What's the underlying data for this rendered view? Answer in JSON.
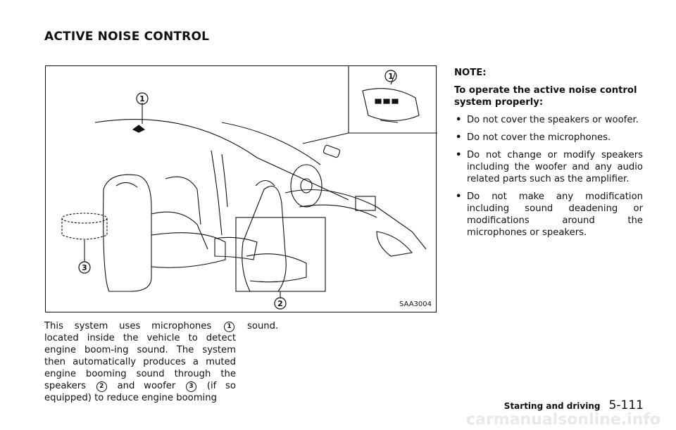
{
  "header": {
    "title": "ACTIVE NOISE CONTROL"
  },
  "figure": {
    "code": "SAA3004",
    "callouts": {
      "c1_top": "1",
      "c1_inset": "1",
      "c2": "2",
      "c3": "3"
    }
  },
  "body": {
    "p1": "This system uses microphones",
    "c1": "1",
    "p2": "located inside the vehicle to detect engine boom-ing sound. The system then automatically produces a muted engine booming sound through the speakers",
    "c2": "2",
    "p3": "and woofer",
    "c3": "3",
    "p4": "(if so equipped) to reduce engine booming",
    "col2": "sound."
  },
  "note": {
    "heading": "NOTE:",
    "intro": "To operate the active noise control system properly:",
    "bullet_char": "•",
    "bullets": [
      "Do not cover the speakers or woofer.",
      "Do not cover the microphones.",
      "Do not change or modify speakers including the woofer and any audio related parts such as the amplifier.",
      "Do not make any modification including sound deadening or modifications around the microphones or speakers."
    ]
  },
  "footer": {
    "section": "Starting and driving",
    "page": "5-111"
  },
  "watermark": "carmanualsonline.info"
}
